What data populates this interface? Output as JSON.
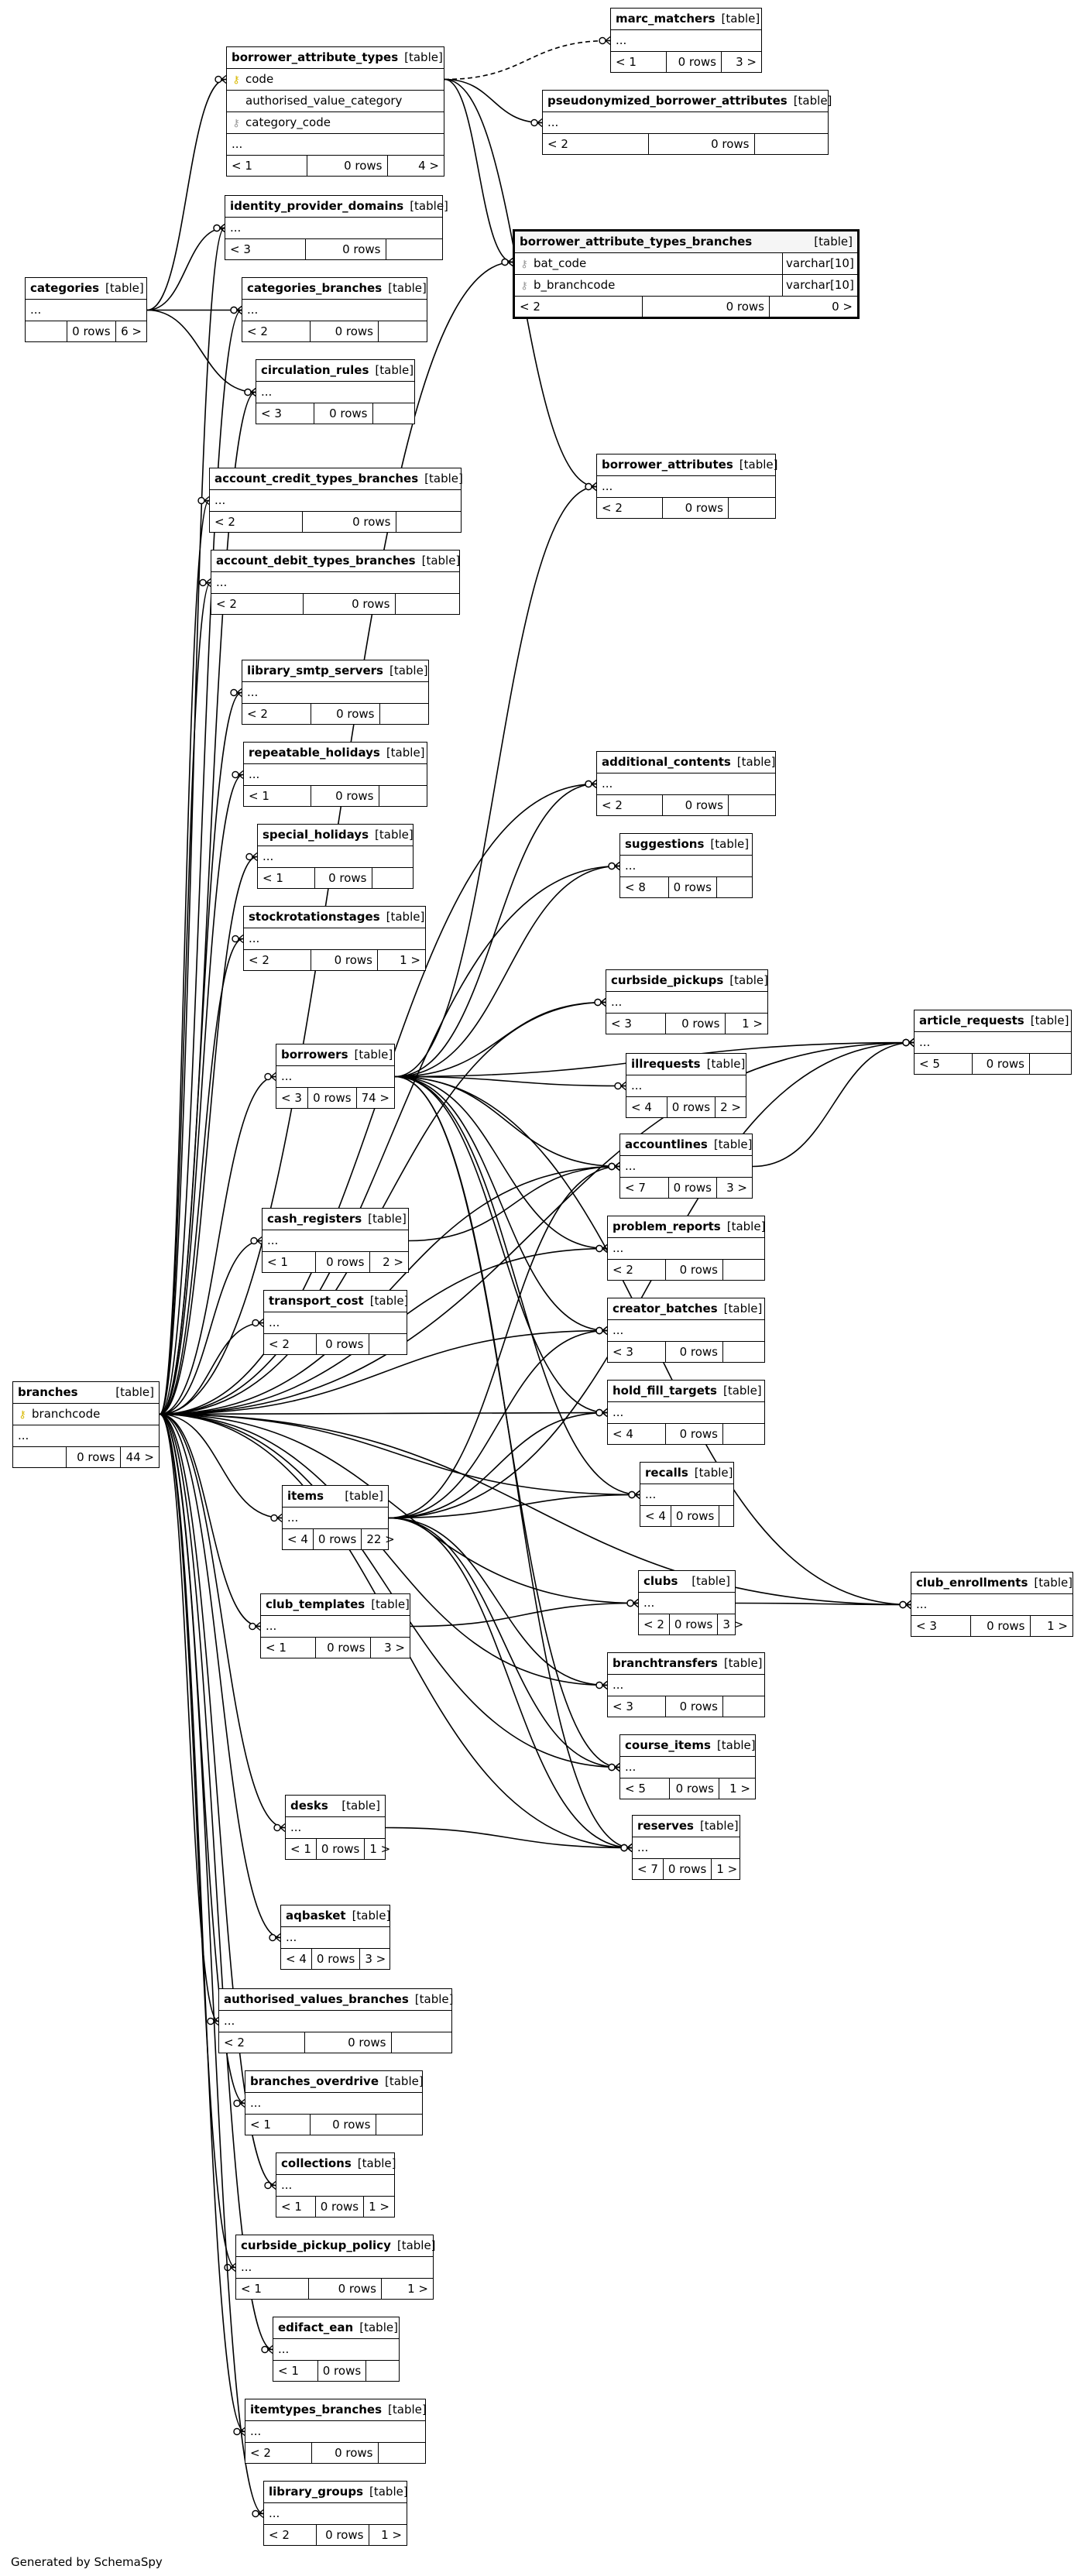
{
  "footer_text": "Generated by SchemaSpy",
  "tables": [
    {
      "id": "borrower_attribute_types",
      "name": "borrower_attribute_types",
      "kind": "[table]",
      "columns": [
        {
          "name": "code",
          "key": "pk"
        },
        {
          "name": "authorised_value_category",
          "key": "none"
        },
        {
          "name": "category_code",
          "key": "fk"
        },
        {
          "name": "...",
          "key": ""
        }
      ],
      "footer": [
        "< 1",
        "0 rows",
        "4 >"
      ]
    },
    {
      "id": "marc_matchers",
      "name": "marc_matchers",
      "kind": "[table]",
      "columns": [
        {
          "name": "...",
          "key": ""
        }
      ],
      "footer": [
        "< 1",
        "0 rows",
        "3 >"
      ]
    },
    {
      "id": "pseudonymized_borrower_attributes",
      "name": "pseudonymized_borrower_attributes",
      "kind": "[table]",
      "columns": [
        {
          "name": "...",
          "key": ""
        }
      ],
      "footer": [
        "< 2",
        "0 rows",
        ""
      ]
    },
    {
      "id": "borrower_attribute_types_branches",
      "name": "borrower_attribute_types_branches",
      "kind": "[table]",
      "focus": true,
      "columns": [
        {
          "name": "bat_code",
          "key": "fk",
          "type": "varchar[10]"
        },
        {
          "name": "b_branchcode",
          "key": "fk",
          "type": "varchar[10]"
        }
      ],
      "footer": [
        "< 2",
        "0 rows",
        "0 >"
      ]
    },
    {
      "id": "identity_provider_domains",
      "name": "identity_provider_domains",
      "kind": "[table]",
      "columns": [
        {
          "name": "...",
          "key": ""
        }
      ],
      "footer": [
        "< 3",
        "0 rows",
        ""
      ]
    },
    {
      "id": "categories",
      "name": "categories",
      "kind": "[table]",
      "columns": [
        {
          "name": "...",
          "key": ""
        }
      ],
      "footer": [
        "",
        "0 rows",
        "6 >"
      ]
    },
    {
      "id": "categories_branches",
      "name": "categories_branches",
      "kind": "[table]",
      "columns": [
        {
          "name": "...",
          "key": ""
        }
      ],
      "footer": [
        "< 2",
        "0 rows",
        ""
      ]
    },
    {
      "id": "circulation_rules",
      "name": "circulation_rules",
      "kind": "[table]",
      "columns": [
        {
          "name": "...",
          "key": ""
        }
      ],
      "footer": [
        "< 3",
        "0 rows",
        ""
      ]
    },
    {
      "id": "account_credit_types_branches",
      "name": "account_credit_types_branches",
      "kind": "[table]",
      "columns": [
        {
          "name": "...",
          "key": ""
        }
      ],
      "footer": [
        "< 2",
        "0 rows",
        ""
      ]
    },
    {
      "id": "borrower_attributes",
      "name": "borrower_attributes",
      "kind": "[table]",
      "columns": [
        {
          "name": "...",
          "key": ""
        }
      ],
      "footer": [
        "< 2",
        "0 rows",
        ""
      ]
    },
    {
      "id": "account_debit_types_branches",
      "name": "account_debit_types_branches",
      "kind": "[table]",
      "columns": [
        {
          "name": "...",
          "key": ""
        }
      ],
      "footer": [
        "< 2",
        "0 rows",
        ""
      ]
    },
    {
      "id": "library_smtp_servers",
      "name": "library_smtp_servers",
      "kind": "[table]",
      "columns": [
        {
          "name": "...",
          "key": ""
        }
      ],
      "footer": [
        "< 2",
        "0 rows",
        ""
      ]
    },
    {
      "id": "repeatable_holidays",
      "name": "repeatable_holidays",
      "kind": "[table]",
      "columns": [
        {
          "name": "...",
          "key": ""
        }
      ],
      "footer": [
        "< 1",
        "0 rows",
        ""
      ]
    },
    {
      "id": "additional_contents",
      "name": "additional_contents",
      "kind": "[table]",
      "columns": [
        {
          "name": "...",
          "key": ""
        }
      ],
      "footer": [
        "< 2",
        "0 rows",
        ""
      ]
    },
    {
      "id": "special_holidays",
      "name": "special_holidays",
      "kind": "[table]",
      "columns": [
        {
          "name": "...",
          "key": ""
        }
      ],
      "footer": [
        "< 1",
        "0 rows",
        ""
      ]
    },
    {
      "id": "suggestions",
      "name": "suggestions",
      "kind": "[table]",
      "columns": [
        {
          "name": "...",
          "key": ""
        }
      ],
      "footer": [
        "< 8",
        "0 rows",
        ""
      ]
    },
    {
      "id": "stockrotationstages",
      "name": "stockrotationstages",
      "kind": "[table]",
      "columns": [
        {
          "name": "...",
          "key": ""
        }
      ],
      "footer": [
        "< 2",
        "0 rows",
        "1 >"
      ]
    },
    {
      "id": "curbside_pickups",
      "name": "curbside_pickups",
      "kind": "[table]",
      "columns": [
        {
          "name": "...",
          "key": ""
        }
      ],
      "footer": [
        "< 3",
        "0 rows",
        "1 >"
      ]
    },
    {
      "id": "article_requests",
      "name": "article_requests",
      "kind": "[table]",
      "columns": [
        {
          "name": "...",
          "key": ""
        }
      ],
      "footer": [
        "< 5",
        "0 rows",
        ""
      ]
    },
    {
      "id": "borrowers",
      "name": "borrowers",
      "kind": "[table]",
      "columns": [
        {
          "name": "...",
          "key": ""
        }
      ],
      "footer": [
        "< 3",
        "0 rows",
        "74 >"
      ]
    },
    {
      "id": "illrequests",
      "name": "illrequests",
      "kind": "[table]",
      "columns": [
        {
          "name": "...",
          "key": ""
        }
      ],
      "footer": [
        "< 4",
        "0 rows",
        "2 >"
      ]
    },
    {
      "id": "accountlines",
      "name": "accountlines",
      "kind": "[table]",
      "columns": [
        {
          "name": "...",
          "key": ""
        }
      ],
      "footer": [
        "< 7",
        "0 rows",
        "3 >"
      ]
    },
    {
      "id": "cash_registers",
      "name": "cash_registers",
      "kind": "[table]",
      "columns": [
        {
          "name": "...",
          "key": ""
        }
      ],
      "footer": [
        "< 1",
        "0 rows",
        "2 >"
      ]
    },
    {
      "id": "problem_reports",
      "name": "problem_reports",
      "kind": "[table]",
      "columns": [
        {
          "name": "...",
          "key": ""
        }
      ],
      "footer": [
        "< 2",
        "0 rows",
        ""
      ]
    },
    {
      "id": "transport_cost",
      "name": "transport_cost",
      "kind": "[table]",
      "columns": [
        {
          "name": "...",
          "key": ""
        }
      ],
      "footer": [
        "< 2",
        "0 rows",
        ""
      ]
    },
    {
      "id": "creator_batches",
      "name": "creator_batches",
      "kind": "[table]",
      "columns": [
        {
          "name": "...",
          "key": ""
        }
      ],
      "footer": [
        "< 3",
        "0 rows",
        ""
      ]
    },
    {
      "id": "branches",
      "name": "branches",
      "kind": "[table]",
      "columns": [
        {
          "name": "branchcode",
          "key": "pk"
        },
        {
          "name": "...",
          "key": ""
        }
      ],
      "footer": [
        "",
        "0 rows",
        "44 >"
      ]
    },
    {
      "id": "hold_fill_targets",
      "name": "hold_fill_targets",
      "kind": "[table]",
      "columns": [
        {
          "name": "...",
          "key": ""
        }
      ],
      "footer": [
        "< 4",
        "0 rows",
        ""
      ]
    },
    {
      "id": "recalls",
      "name": "recalls",
      "kind": "[table]",
      "columns": [
        {
          "name": "...",
          "key": ""
        }
      ],
      "footer": [
        "< 4",
        "0 rows",
        ""
      ]
    },
    {
      "id": "items",
      "name": "items",
      "kind": "[table]",
      "columns": [
        {
          "name": "...",
          "key": ""
        }
      ],
      "footer": [
        "< 4",
        "0 rows",
        "22 >"
      ]
    },
    {
      "id": "clubs",
      "name": "clubs",
      "kind": "[table]",
      "columns": [
        {
          "name": "...",
          "key": ""
        }
      ],
      "footer": [
        "< 2",
        "0 rows",
        "3 >"
      ]
    },
    {
      "id": "club_enrollments",
      "name": "club_enrollments",
      "kind": "[table]",
      "columns": [
        {
          "name": "...",
          "key": ""
        }
      ],
      "footer": [
        "< 3",
        "0 rows",
        "1 >"
      ]
    },
    {
      "id": "club_templates",
      "name": "club_templates",
      "kind": "[table]",
      "columns": [
        {
          "name": "...",
          "key": ""
        }
      ],
      "footer": [
        "< 1",
        "0 rows",
        "3 >"
      ]
    },
    {
      "id": "branchtransfers",
      "name": "branchtransfers",
      "kind": "[table]",
      "columns": [
        {
          "name": "...",
          "key": ""
        }
      ],
      "footer": [
        "< 3",
        "0 rows",
        ""
      ]
    },
    {
      "id": "course_items",
      "name": "course_items",
      "kind": "[table]",
      "columns": [
        {
          "name": "...",
          "key": ""
        }
      ],
      "footer": [
        "< 5",
        "0 rows",
        "1 >"
      ]
    },
    {
      "id": "desks",
      "name": "desks",
      "kind": "[table]",
      "columns": [
        {
          "name": "...",
          "key": ""
        }
      ],
      "footer": [
        "< 1",
        "0 rows",
        "1 >"
      ]
    },
    {
      "id": "reserves",
      "name": "reserves",
      "kind": "[table]",
      "columns": [
        {
          "name": "...",
          "key": ""
        }
      ],
      "footer": [
        "< 7",
        "0 rows",
        "1 >"
      ]
    },
    {
      "id": "aqbasket",
      "name": "aqbasket",
      "kind": "[table]",
      "columns": [
        {
          "name": "...",
          "key": ""
        }
      ],
      "footer": [
        "< 4",
        "0 rows",
        "3 >"
      ]
    },
    {
      "id": "authorised_values_branches",
      "name": "authorised_values_branches",
      "kind": "[table]",
      "columns": [
        {
          "name": "...",
          "key": ""
        }
      ],
      "footer": [
        "< 2",
        "0 rows",
        ""
      ]
    },
    {
      "id": "branches_overdrive",
      "name": "branches_overdrive",
      "kind": "[table]",
      "columns": [
        {
          "name": "...",
          "key": ""
        }
      ],
      "footer": [
        "< 1",
        "0 rows",
        ""
      ]
    },
    {
      "id": "collections",
      "name": "collections",
      "kind": "[table]",
      "columns": [
        {
          "name": "...",
          "key": ""
        }
      ],
      "footer": [
        "< 1",
        "0 rows",
        "1 >"
      ]
    },
    {
      "id": "curbside_pickup_policy",
      "name": "curbside_pickup_policy",
      "kind": "[table]",
      "columns": [
        {
          "name": "...",
          "key": ""
        }
      ],
      "footer": [
        "< 1",
        "0 rows",
        "1 >"
      ]
    },
    {
      "id": "edifact_ean",
      "name": "edifact_ean",
      "kind": "[table]",
      "columns": [
        {
          "name": "...",
          "key": ""
        }
      ],
      "footer": [
        "< 1",
        "0 rows",
        ""
      ]
    },
    {
      "id": "itemtypes_branches",
      "name": "itemtypes_branches",
      "kind": "[table]",
      "columns": [
        {
          "name": "...",
          "key": ""
        }
      ],
      "footer": [
        "< 2",
        "0 rows",
        ""
      ]
    },
    {
      "id": "library_groups",
      "name": "library_groups",
      "kind": "[table]",
      "columns": [
        {
          "name": "...",
          "key": ""
        }
      ],
      "footer": [
        "< 2",
        "0 rows",
        "1 >"
      ]
    }
  ]
}
